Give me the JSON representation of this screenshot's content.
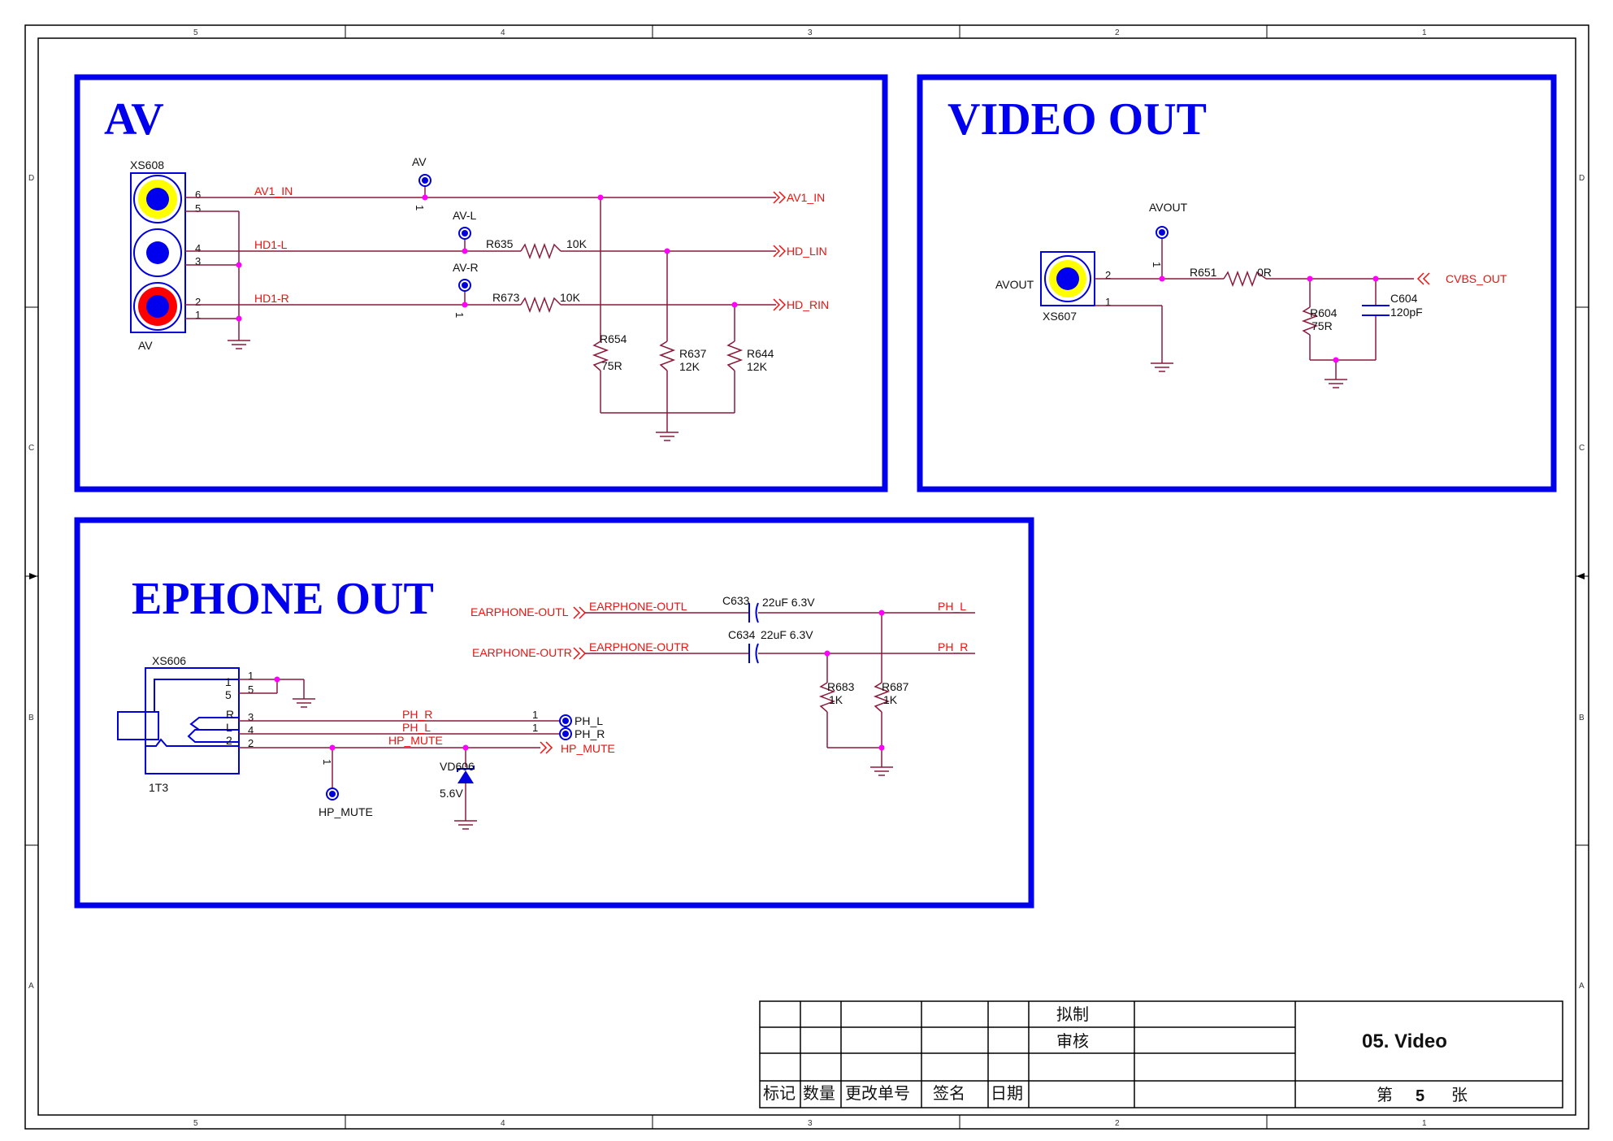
{
  "zones": {
    "cols": [
      "5",
      "4",
      "3",
      "2",
      "1"
    ],
    "rows": [
      "D",
      "C",
      "B",
      "A"
    ]
  },
  "colors": {
    "frame": "#0000ee",
    "net": "#ee1111",
    "wire": "#8a1a3a",
    "junction": "#ff00ff",
    "border": "#000000"
  },
  "sections": {
    "av": "AV",
    "video_out": "VIDEO OUT",
    "ephone_out": "EPHONE OUT"
  },
  "av": {
    "connector": {
      "ref": "XS608",
      "name": "AV",
      "pins": [
        "6",
        "5",
        "4",
        "3",
        "2",
        "1"
      ],
      "jack_colors": [
        "#ffff00",
        "#ffffff",
        "#ff0000"
      ]
    },
    "testpoints": [
      {
        "name": "AV",
        "pin": "1"
      },
      {
        "name": "AV-L",
        "pin": "1"
      },
      {
        "name": "AV-R",
        "pin": "1"
      }
    ],
    "nets": {
      "av1_in": "AV1_IN",
      "hd1_l": "HD1-L",
      "hd1_r": "HD1-R"
    },
    "ports": {
      "av1_in": "AV1_IN",
      "hd_lin": "HD_LIN",
      "hd_rin": "HD_RIN"
    },
    "resistors": [
      {
        "ref": "R635",
        "value": "10K"
      },
      {
        "ref": "R673",
        "value": "10K"
      },
      {
        "ref": "R654",
        "value": "75R"
      },
      {
        "ref": "R637",
        "value": "12K"
      },
      {
        "ref": "R644",
        "value": "12K"
      }
    ]
  },
  "video": {
    "connector": {
      "ref": "XS607",
      "name": "AVOUT",
      "pins": [
        "2",
        "1"
      ]
    },
    "testpoint": {
      "name": "AVOUT",
      "pin": "1"
    },
    "r651": {
      "ref": "R651",
      "value": "0R"
    },
    "r604": {
      "ref": "R604",
      "value": "75R"
    },
    "c604": {
      "ref": "C604",
      "value": "120pF"
    },
    "port": "CVBS_OUT"
  },
  "ephone": {
    "ports_in": [
      "EARPHONE-OUTL",
      "EARPHONE-OUTR"
    ],
    "nets_in": [
      "EARPHONE-OUTL",
      "EARPHONE-OUTR"
    ],
    "c633": {
      "ref": "C633",
      "value": "22uF 6.3V"
    },
    "c634": {
      "ref": "C634",
      "value": "22uF 6.3V"
    },
    "nets_out": [
      "PH_L",
      "PH_R"
    ],
    "r683": {
      "ref": "R683",
      "value": "1K"
    },
    "r687": {
      "ref": "R687",
      "value": "1K"
    },
    "jack": {
      "ref": "XS606",
      "name": "1T3",
      "pins": [
        "1",
        "5",
        "3",
        "4",
        "2"
      ],
      "letters": [
        "R",
        "L"
      ]
    },
    "nets": {
      "ph_r": "PH_R",
      "ph_l": "PH_L",
      "hp_mute": "HP_MUTE"
    },
    "tp_pins": [
      "1",
      "1"
    ],
    "tp_labels": [
      "PH_L",
      "PH_R"
    ],
    "port_hp": "HP_MUTE",
    "tp_hp": {
      "name": "HP_MUTE",
      "pin": "1"
    },
    "diode": {
      "ref": "VD606",
      "value": "5.6V"
    }
  },
  "title_block": {
    "drawn": "拟制",
    "checked": "审核",
    "headers": [
      "标记",
      "数量",
      "更改单号",
      "签名",
      "日期"
    ],
    "title": "05. Video",
    "sheet_prefix": "第",
    "sheet_no": "5",
    "sheet_suffix": "张"
  }
}
